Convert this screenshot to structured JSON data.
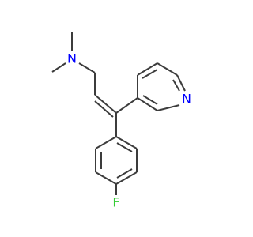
{
  "molecule": {
    "atoms": {
      "n_amine": {
        "symbol": "N",
        "color": "#0000ff"
      },
      "n_pyridine": {
        "symbol": "N",
        "color": "#0000ff"
      },
      "f": {
        "symbol": "F",
        "color": "#33cc33"
      }
    },
    "bond_color": "#3c3c3c"
  }
}
